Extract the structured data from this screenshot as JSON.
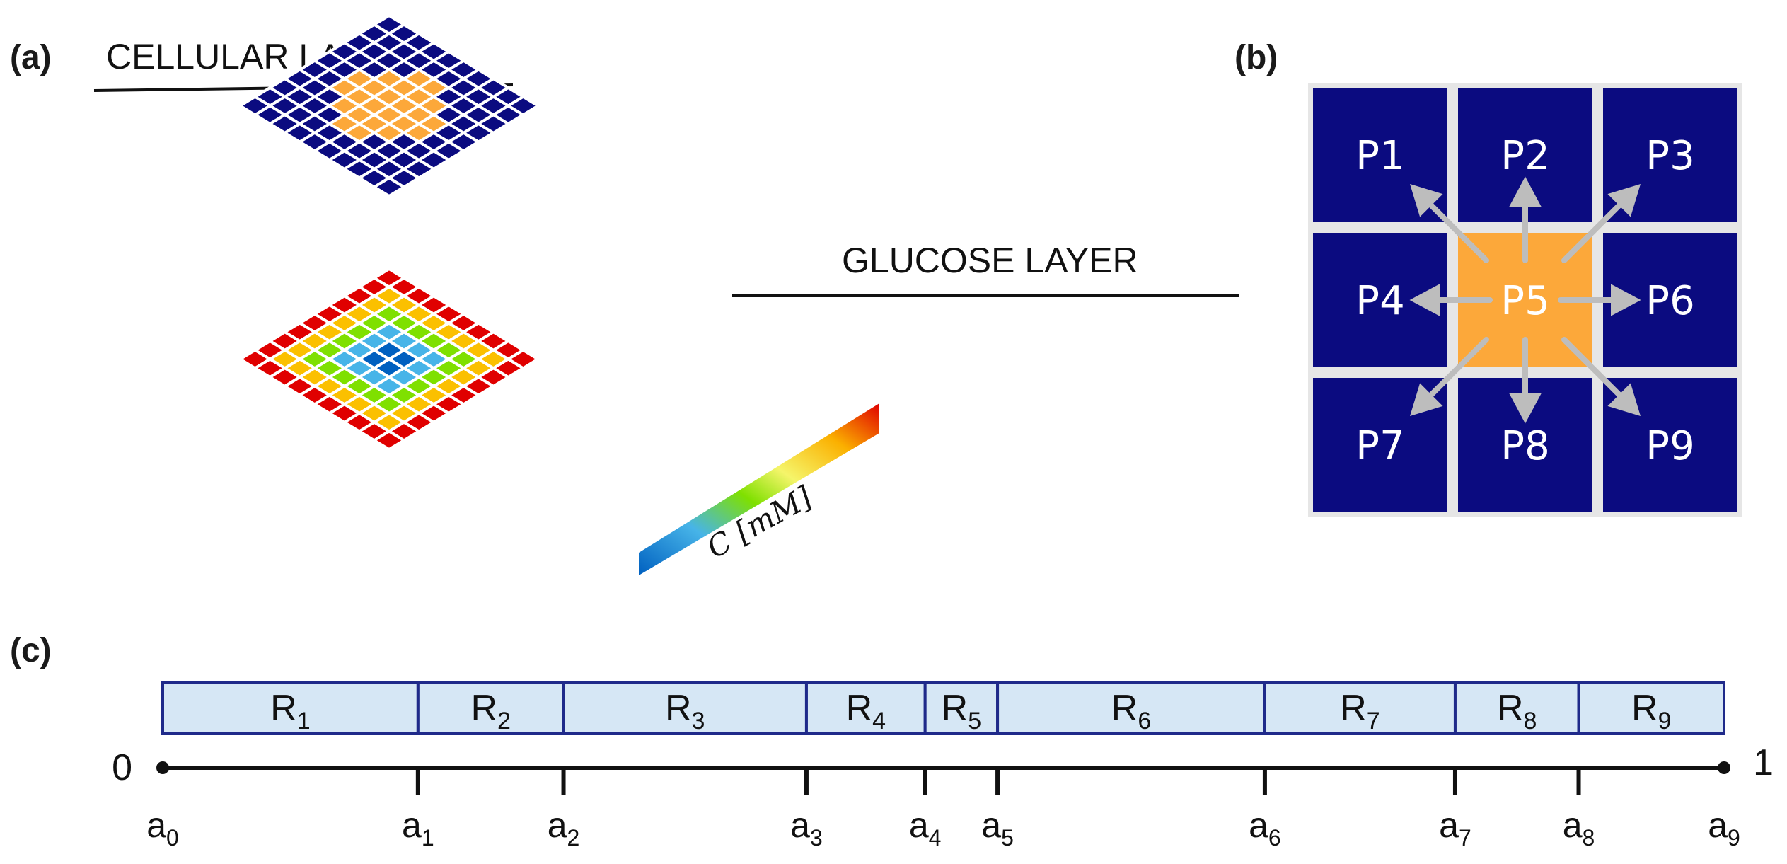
{
  "panels": {
    "a": {
      "label": "(a)",
      "cellular_layer_label": "CELLULAR LAYER",
      "glucose_layer_label": "GLUCOSE LAYER",
      "grid_size": 10,
      "cellular_active_cells": [
        [
          3,
          3
        ],
        [
          3,
          4
        ],
        [
          3,
          5
        ],
        [
          3,
          6
        ],
        [
          4,
          3
        ],
        [
          4,
          4
        ],
        [
          4,
          5
        ],
        [
          4,
          6
        ],
        [
          5,
          3
        ],
        [
          5,
          4
        ],
        [
          5,
          5
        ],
        [
          5,
          6
        ],
        [
          6,
          3
        ],
        [
          6,
          4
        ],
        [
          6,
          5
        ],
        [
          6,
          6
        ],
        [
          2,
          4
        ],
        [
          2,
          5
        ],
        [
          7,
          4
        ],
        [
          7,
          5
        ],
        [
          4,
          2
        ],
        [
          5,
          2
        ],
        [
          4,
          7
        ],
        [
          5,
          7
        ]
      ],
      "colorbar_label": "C [mM]",
      "colors": {
        "cell_inactive": "#0b0b80",
        "cell_active": "#fca83a",
        "glucose_levels": [
          "#e00000",
          "#fbc000",
          "#7fe000",
          "#47b4e8",
          "#0060c0"
        ]
      }
    },
    "b": {
      "label": "(b)",
      "cells": [
        "P1",
        "P2",
        "P3",
        "P4",
        "P5",
        "P6",
        "P7",
        "P8",
        "P9"
      ],
      "center_cell": "P5",
      "colors": {
        "cell": "#0b0b80",
        "center": "#fca83a",
        "arrow": "#bdbdbd"
      }
    },
    "c": {
      "label": "(c)",
      "start_label": "0",
      "end_label": "1",
      "regions": [
        {
          "letter": "R",
          "sub": "1"
        },
        {
          "letter": "R",
          "sub": "2"
        },
        {
          "letter": "R",
          "sub": "3"
        },
        {
          "letter": "R",
          "sub": "4"
        },
        {
          "letter": "R",
          "sub": "5"
        },
        {
          "letter": "R",
          "sub": "6"
        },
        {
          "letter": "R",
          "sub": "7"
        },
        {
          "letter": "R",
          "sub": "8"
        },
        {
          "letter": "R",
          "sub": "9"
        }
      ],
      "breakpoints": [
        {
          "letter": "a",
          "sub": "0",
          "value": 0.0
        },
        {
          "letter": "a",
          "sub": "1",
          "value": 0.1635
        },
        {
          "letter": "a",
          "sub": "2",
          "value": 0.2567
        },
        {
          "letter": "a",
          "sub": "3",
          "value": 0.4123
        },
        {
          "letter": "a",
          "sub": "4",
          "value": 0.4883
        },
        {
          "letter": "a",
          "sub": "5",
          "value": 0.5347
        },
        {
          "letter": "a",
          "sub": "6",
          "value": 0.7059
        },
        {
          "letter": "a",
          "sub": "7",
          "value": 0.8278
        },
        {
          "letter": "a",
          "sub": "8",
          "value": 0.9069
        },
        {
          "letter": "a",
          "sub": "9",
          "value": 1.0
        }
      ],
      "colors": {
        "region_fill": "#d6e7f5",
        "region_stroke": "#1f2a8a"
      }
    }
  }
}
